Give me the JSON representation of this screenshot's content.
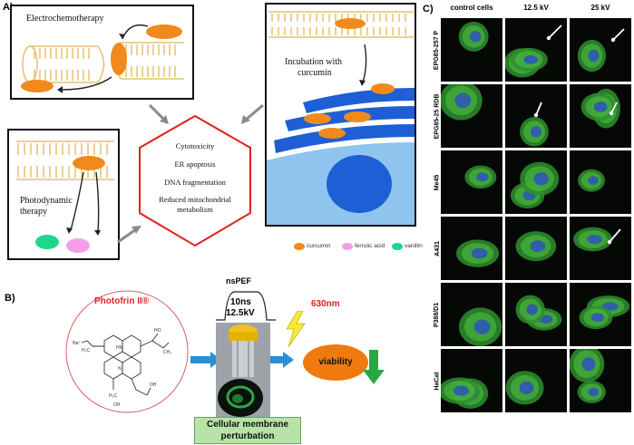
{
  "panel_a": {
    "letter": "A)",
    "electrochemotherapy": "Electrochemotherapy",
    "incubation_line1": "Incubation with",
    "incubation_line2": "curcumin",
    "photodynamic_line1": "Photodynamic",
    "photodynamic_line2": "therapy",
    "effects": [
      "Cytotoxicity",
      "ER apoptosis",
      "DNA fragmentation",
      "Reduced mitochondrial",
      "metabolism"
    ],
    "legend": [
      {
        "label": "curcumin",
        "color": "#f08a1c"
      },
      {
        "label": "ferrulic acid",
        "color": "#f59ee8"
      },
      {
        "label": "vanillin",
        "color": "#1fd68a"
      }
    ],
    "colors": {
      "hexagon": "#e0201b",
      "lipid": "#e8c070",
      "er": "#1e5fd6",
      "arrow": "#8a8a8a"
    }
  },
  "panel_b": {
    "letter": "B)",
    "photofrin": "Photofrin II®",
    "nspef": "nsPEF",
    "pulse_line1": "10ns",
    "pulse_line2": "12.5kV",
    "wavelength": "630nm",
    "viability": "viability",
    "membrane_line1": "Cellular membrane",
    "membrane_line2": "perturbation",
    "colors": {
      "circle": "#d96060",
      "photofrin": "#e02020",
      "arrow": "#2a8fd6",
      "wavelength": "#e02020",
      "viability": "#f07a10",
      "down_arrow": "#28a745",
      "membrane_box": "#b6e3a6"
    }
  },
  "panel_c": {
    "letter": "C)",
    "columns": [
      "control cells",
      "12.5 kV",
      "25 kV"
    ],
    "rows": [
      "EPG85-257 P",
      "EPG85-25 RDB",
      "Me45",
      "A431",
      "P388/D1",
      "HaCat"
    ]
  }
}
